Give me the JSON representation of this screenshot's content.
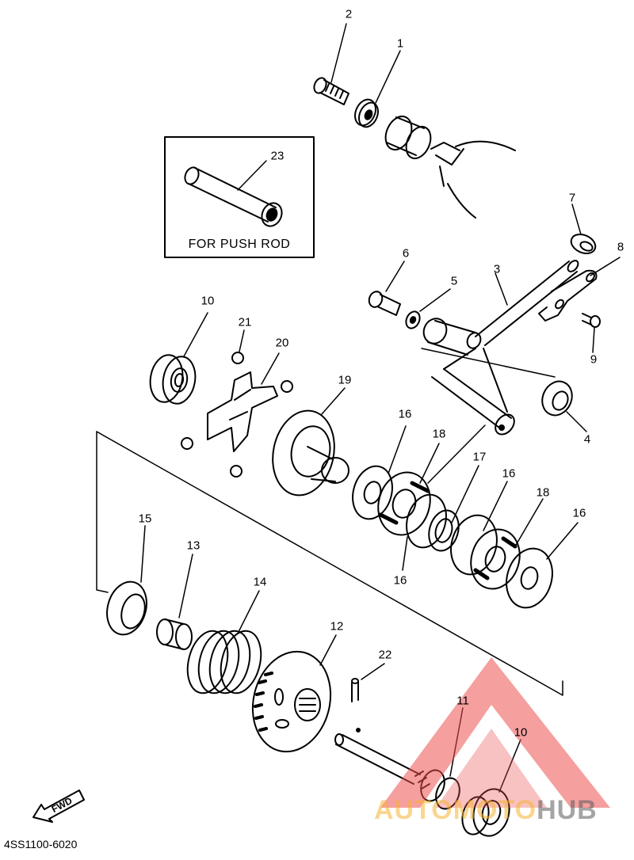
{
  "diagram": {
    "inset_caption": "FOR PUSH ROD",
    "diagram_code": "4SS1100-6020",
    "fwd_label": "FWD",
    "watermark": {
      "part1": "AUTOMOTO",
      "part2": "HUB"
    },
    "labels": {
      "p1": "1",
      "p2": "2",
      "p3": "3",
      "p4": "4",
      "p5": "5",
      "p6": "6",
      "p7": "7",
      "p8": "8",
      "p9": "9",
      "p10a": "10",
      "p10b": "10",
      "p11": "11",
      "p12": "12",
      "p13": "13",
      "p14": "14",
      "p15": "15",
      "p16a": "16",
      "p16b": "16",
      "p16c": "16",
      "p16d": "16",
      "p17": "17",
      "p18a": "18",
      "p18b": "18",
      "p19": "19",
      "p20": "20",
      "p21": "21",
      "p22": "22",
      "p23": "23"
    }
  }
}
